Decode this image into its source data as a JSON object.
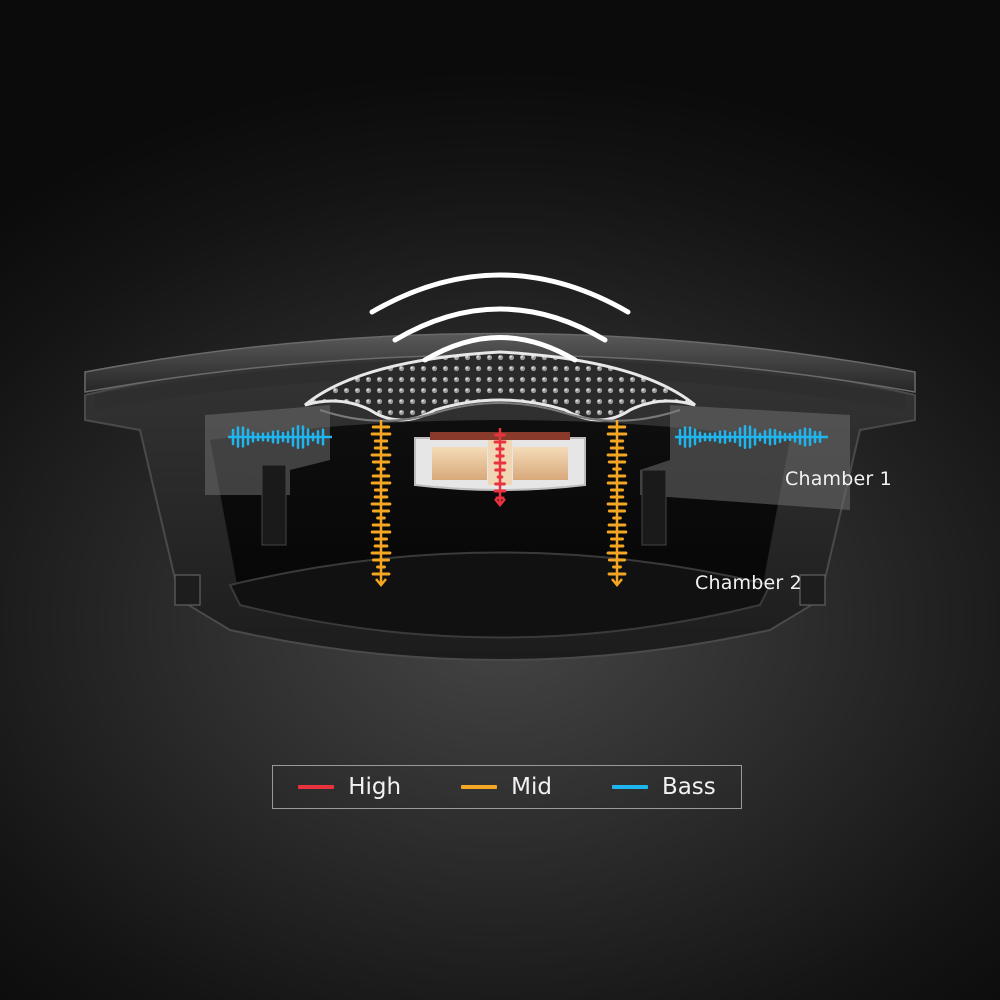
{
  "callouts": {
    "chamber_1": "Chamber 1",
    "chamber_2": "Chamber 2"
  },
  "legend": {
    "items": [
      {
        "label": "High",
        "color": "#e8333f"
      },
      {
        "label": "Mid",
        "color": "#f5a623"
      },
      {
        "label": "Bass",
        "color": "#1fb6f0"
      }
    ]
  },
  "colors": {
    "high": "#e8333f",
    "mid": "#f5a623",
    "bass": "#1fb6f0",
    "housing": "#3a3a3a",
    "cap": "#d8c9b0"
  }
}
